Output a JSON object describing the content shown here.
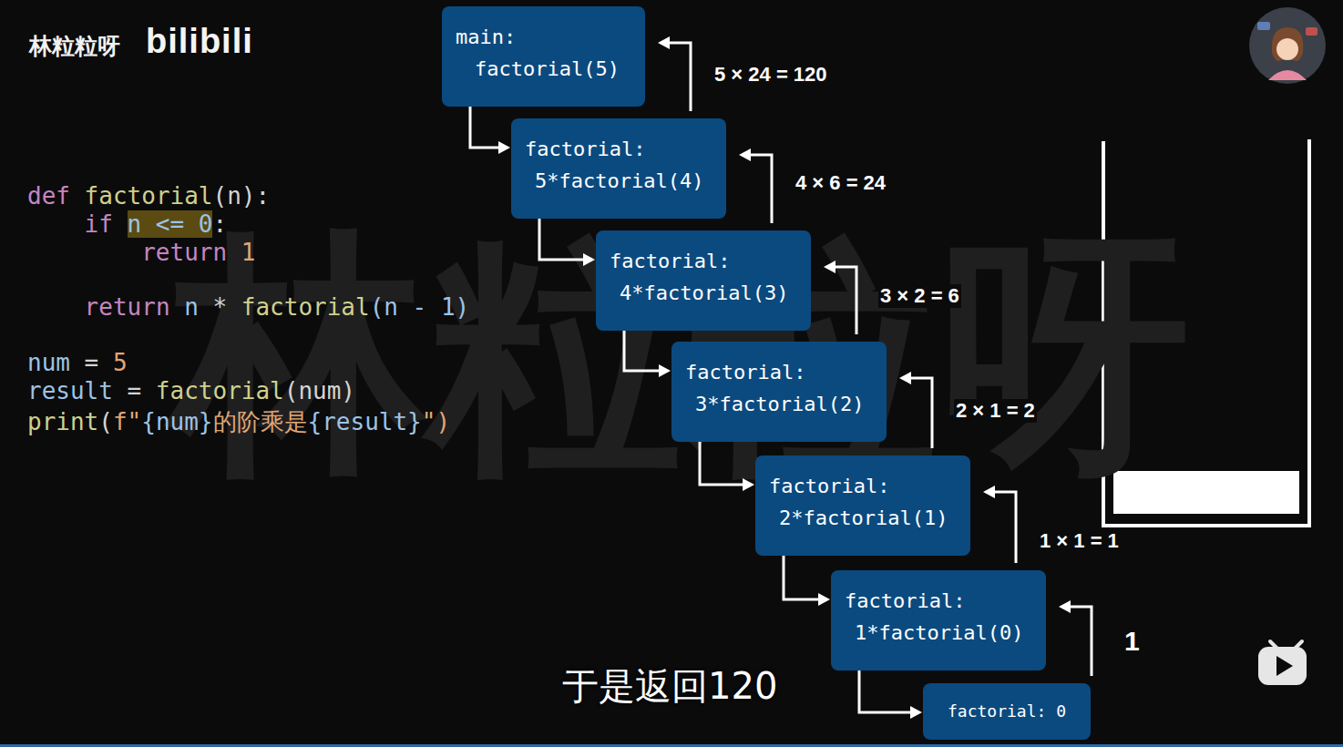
{
  "diagram": {
    "nodes": [
      {
        "text": [
          "main:",
          "factorial(5)"
        ]
      },
      {
        "text": [
          "factorial:",
          "5*factorial(4)"
        ]
      },
      {
        "text": [
          "factorial:",
          "4*factorial(3)"
        ]
      },
      {
        "text": [
          "factorial:",
          "3*factorial(2)"
        ]
      },
      {
        "text": [
          "factorial:",
          "2*factorial(1)"
        ]
      },
      {
        "text": [
          "factorial:",
          "1*factorial(0)"
        ]
      },
      {
        "text": [
          "factorial: 0"
        ]
      }
    ],
    "edges": [
      {
        "from": 0,
        "to": 1,
        "arrow": "to"
      },
      {
        "from": 1,
        "to": 2,
        "arrow": "to"
      },
      {
        "from": 2,
        "to": 3,
        "arrow": "to"
      },
      {
        "from": 3,
        "to": 4,
        "arrow": "to"
      },
      {
        "from": 4,
        "to": 5,
        "arrow": "to"
      },
      {
        "from": 5,
        "to": 6,
        "arrow": "to"
      },
      {
        "from": 1,
        "to": 0,
        "label": "5 × 24 = 120",
        "arrow": "to"
      },
      {
        "from": 2,
        "to": 1,
        "label": "4 × 6 = 24",
        "arrow": "to"
      },
      {
        "from": 3,
        "to": 2,
        "label": "3 × 2 = 6",
        "arrow": "to"
      },
      {
        "from": 4,
        "to": 3,
        "label": "2 × 1 = 2",
        "arrow": "to"
      },
      {
        "from": 5,
        "to": 4,
        "label": "1 × 1 = 1",
        "arrow": "to"
      },
      {
        "from": 6,
        "to": 5,
        "label": "1",
        "arrow": "to"
      }
    ],
    "labels": [
      "林粒粒呀",
      "bilibili",
      "def",
      "factorial",
      "(n):",
      "if",
      "n <= 0",
      ":",
      "return",
      "1",
      "return",
      "n",
      "*",
      "factorial",
      "(n - 1)",
      "num",
      "=",
      "5",
      "result",
      "=",
      "factorial",
      "(num)",
      "print",
      "(",
      "f\"",
      "{num}",
      "的阶乘是",
      "{result}",
      "\")",
      "林粒粒呀",
      "于是返回120"
    ]
  }
}
